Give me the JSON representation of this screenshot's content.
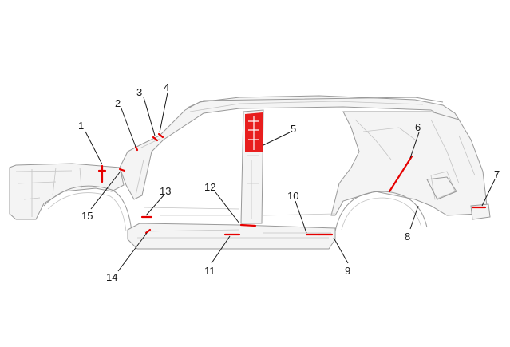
{
  "diagram": {
    "accent_color": "#e60000",
    "callouts": [
      {
        "id": "1",
        "label": "1"
      },
      {
        "id": "2",
        "label": "2"
      },
      {
        "id": "3",
        "label": "3"
      },
      {
        "id": "4",
        "label": "4"
      },
      {
        "id": "5",
        "label": "5"
      },
      {
        "id": "6",
        "label": "6"
      },
      {
        "id": "7",
        "label": "7"
      },
      {
        "id": "8",
        "label": "8"
      },
      {
        "id": "9",
        "label": "9"
      },
      {
        "id": "10",
        "label": "10"
      },
      {
        "id": "11",
        "label": "11"
      },
      {
        "id": "12",
        "label": "12"
      },
      {
        "id": "13",
        "label": "13"
      },
      {
        "id": "14",
        "label": "14"
      },
      {
        "id": "15",
        "label": "15"
      }
    ]
  }
}
